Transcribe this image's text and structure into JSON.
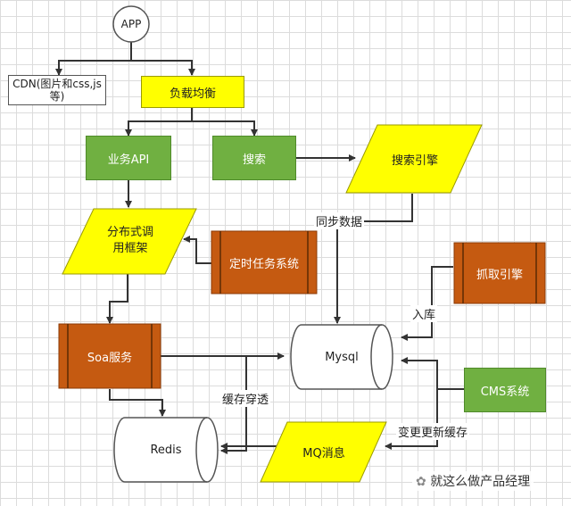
{
  "nodes": {
    "app": "APP",
    "cdn": "CDN(图片和css,js等)",
    "load_balancer": "负载均衡",
    "business_api": "业务API",
    "search": "搜索",
    "search_engine": "搜索引擎",
    "distributed_framework": "分布式调用框架",
    "scheduled_tasks": "定时任务系统",
    "crawler_engine": "抓取引擎",
    "soa_service": "Soa服务",
    "mysql": "Mysql",
    "cms": "CMS系统",
    "redis": "Redis",
    "mq": "MQ消息"
  },
  "edge_labels": {
    "sync_data": "同步数据",
    "ingest": "入库",
    "cache_penetration": "缓存穿透",
    "update_cache": "变更更新缓存"
  },
  "watermark": "就这么做产品经理",
  "colors": {
    "green": "#70b041",
    "yellow": "#ffff00",
    "brown": "#c55a11",
    "grid": "#dcdcdc"
  }
}
